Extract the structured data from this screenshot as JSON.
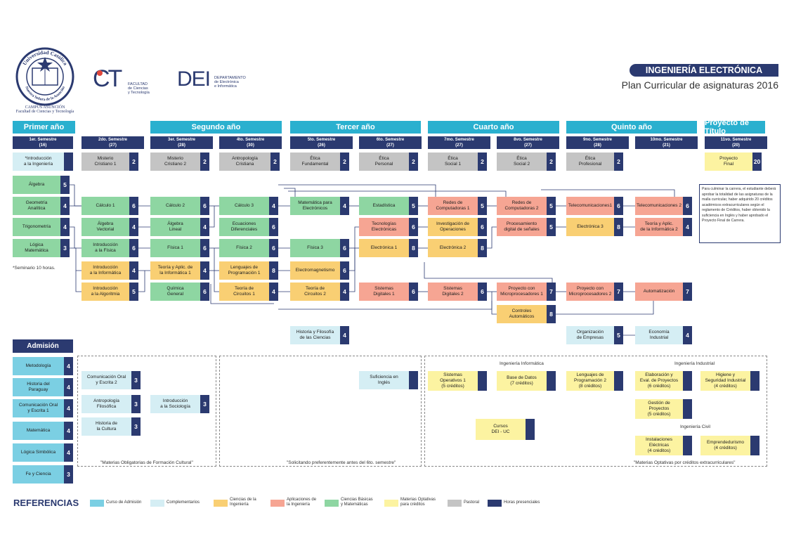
{
  "header": {
    "university_arc_top": "Universidad Católica",
    "university_arc_bottom": "Nuestra Señora de la Asunción",
    "campus": "CAMPUS ASUNCIÓN",
    "faculty": "Facultad de Ciencias y Tecnología",
    "logo_ct_mark": "CT",
    "logo_ct_line1": "FACULTAD",
    "logo_ct_line2": "de Ciencias",
    "logo_ct_line3": "y Tecnología",
    "logo_dei_mark": "DEI",
    "logo_dei_line1": "DEPARTAMENTO",
    "logo_dei_line2": "de Electrónica",
    "logo_dei_line3": "e Informática",
    "career": "INGENIERÍA ELECTRÓNICA",
    "subtitle": "Plan Curricular de asignaturas 2016"
  },
  "years": [
    "Primer año",
    "Segundo año",
    "Tercer año",
    "Cuarto año",
    "Quinto año",
    "Proyecto de Título"
  ],
  "semesters": [
    {
      "name": "1er. Semestre",
      "hrs": "(16)"
    },
    {
      "name": "2do. Semestre",
      "hrs": "(27)"
    },
    {
      "name": "3er. Semestre",
      "hrs": "(28)"
    },
    {
      "name": "4to. Semestre",
      "hrs": "(30)"
    },
    {
      "name": "5to. Semestre",
      "hrs": "(26)"
    },
    {
      "name": "6to. Semestre",
      "hrs": "(27)"
    },
    {
      "name": "7mo. Semestre",
      "hrs": "(27)"
    },
    {
      "name": "8vo. Semestre",
      "hrs": "(27)"
    },
    {
      "name": "9no. Semestre",
      "hrs": "(28)"
    },
    {
      "name": "10mo. Semestre",
      "hrs": "(21)"
    },
    {
      "name": "11vo. Semestre",
      "hrs": "(20)"
    }
  ],
  "courses": [
    {
      "t": "*Introducción\na la Ingeniería",
      "h": "",
      "c": "comp"
    },
    {
      "t": "Misterio\nCristiano 1",
      "h": "2",
      "c": "pas"
    },
    {
      "t": "Misterio\nCristiano 2",
      "h": "2",
      "c": "pas"
    },
    {
      "t": "Antropología\nCristiana",
      "h": "2",
      "c": "pas"
    },
    {
      "t": "Ética\nFundamental",
      "h": "2",
      "c": "pas"
    },
    {
      "t": "Ética\nPersonal",
      "h": "2",
      "c": "pas"
    },
    {
      "t": "Ética\nSocial 1",
      "h": "2",
      "c": "pas"
    },
    {
      "t": "Ética\nSocial 2",
      "h": "2",
      "c": "pas"
    },
    {
      "t": "Ética\nProfesional",
      "h": "2",
      "c": "pas"
    },
    {
      "t": "Proyecto\nFinal",
      "h": "20",
      "c": "opt"
    },
    {
      "t": "Álgebra",
      "h": "5",
      "c": "cb"
    },
    {
      "t": "Geometría\nAnalítica",
      "h": "4",
      "c": "cb"
    },
    {
      "t": "Trigonometría",
      "h": "4",
      "c": "cb"
    },
    {
      "t": "Lógica\nMatemática",
      "h": "3",
      "c": "cb"
    },
    {
      "t": "Cálculo 1",
      "h": "6",
      "c": "cb"
    },
    {
      "t": "Álgebra\nVectorial",
      "h": "4",
      "c": "cb"
    },
    {
      "t": "Introducción\na la Física",
      "h": "6",
      "c": "cb"
    },
    {
      "t": "Introducción\na la Informática",
      "h": "4",
      "c": "ing"
    },
    {
      "t": "Introducción\na la Algoritmia",
      "h": "5",
      "c": "ing"
    },
    {
      "t": "Cálculo 2",
      "h": "6",
      "c": "cb"
    },
    {
      "t": "Álgebra\nLineal",
      "h": "4",
      "c": "cb"
    },
    {
      "t": "Física 1",
      "h": "6",
      "c": "cb"
    },
    {
      "t": "Teoría y Aplic. de\nla Informática 1",
      "h": "4",
      "c": "ing"
    },
    {
      "t": "Química\nGeneral",
      "h": "6",
      "c": "cb"
    },
    {
      "t": "Cálculo 3",
      "h": "4",
      "c": "cb"
    },
    {
      "t": "Ecuaciones\nDiferenciales",
      "h": "6",
      "c": "cb"
    },
    {
      "t": "Física 2",
      "h": "6",
      "c": "cb"
    },
    {
      "t": "Lenguajes de\nProgramación 1",
      "h": "8",
      "c": "ing"
    },
    {
      "t": "Teoría de\nCircuitos 1",
      "h": "4",
      "c": "ing"
    },
    {
      "t": "Matemática para\nElectrónicos",
      "h": "4",
      "c": "cb"
    },
    {
      "t": "Física 3",
      "h": "6",
      "c": "cb"
    },
    {
      "t": "Electromagnetismo",
      "h": "6",
      "c": "ing"
    },
    {
      "t": "Teoría de\nCircuitos 2",
      "h": "4",
      "c": "ing"
    },
    {
      "t": "Historia y Filosofía\nde las Ciencias",
      "h": "4",
      "c": "comp"
    },
    {
      "t": "Estadística",
      "h": "5",
      "c": "cb"
    },
    {
      "t": "Tecnologías\nElectrónicas",
      "h": "6",
      "c": "apl"
    },
    {
      "t": "Electrónica 1",
      "h": "8",
      "c": "ing"
    },
    {
      "t": "Sistemas\nDigitales 1",
      "h": "6",
      "c": "apl"
    },
    {
      "t": "Redes de\nComputadoras 1",
      "h": "5",
      "c": "apl"
    },
    {
      "t": "Investigación de\nOperaciones",
      "h": "6",
      "c": "ing"
    },
    {
      "t": "Electrónica 2",
      "h": "8",
      "c": "ing"
    },
    {
      "t": "Sistemas\nDigitales 2",
      "h": "6",
      "c": "apl"
    },
    {
      "t": "Redes de\nComputadoras 2",
      "h": "5",
      "c": "apl"
    },
    {
      "t": "Procesamiento\ndigital de señales",
      "h": "5",
      "c": "apl"
    },
    {
      "t": "Proyecto con\nMicroprocesadores 1",
      "h": "7",
      "c": "apl"
    },
    {
      "t": "Controles\nAutomáticos",
      "h": "8",
      "c": "ing"
    },
    {
      "t": "Telecomunicaciones1",
      "h": "6",
      "c": "apl"
    },
    {
      "t": "Electrónica 3",
      "h": "8",
      "c": "ing"
    },
    {
      "t": "Proyecto con\nMicroprocesadores 2",
      "h": "7",
      "c": "apl"
    },
    {
      "t": "Organización\nde Empresas",
      "h": "5",
      "c": "comp"
    },
    {
      "t": "Telecomunicaciones 2",
      "h": "6",
      "c": "apl"
    },
    {
      "t": "Teoría y Aplic.\nde la Informática 2",
      "h": "4",
      "c": "apl"
    },
    {
      "t": "Automatización",
      "h": "7",
      "c": "apl"
    },
    {
      "t": "Economía\nIndustrial",
      "h": "4",
      "c": "comp"
    },
    {
      "t": "Metodología",
      "h": "4",
      "c": "adm"
    },
    {
      "t": "Historia del\nParaguay",
      "h": "4",
      "c": "adm"
    },
    {
      "t": "Comunicación Oral\ny Escrita 1",
      "h": "4",
      "c": "adm"
    },
    {
      "t": "Matemática",
      "h": "4",
      "c": "adm"
    },
    {
      "t": "Lógica Simbólica",
      "h": "4",
      "c": "adm"
    },
    {
      "t": "Fe y Ciencia",
      "h": "3",
      "c": "adm"
    },
    {
      "t": "Comunicación Oral\ny Escrita 2",
      "h": "3",
      "c": "comp"
    },
    {
      "t": "Antropología\nFilosófica",
      "h": "3",
      "c": "comp"
    },
    {
      "t": "Historia de\nla Cultura",
      "h": "3",
      "c": "comp"
    },
    {
      "t": "Introducción\na la Sociología",
      "h": "3",
      "c": "comp"
    },
    {
      "t": "Suficiencia en\nInglés",
      "h": "",
      "c": "comp"
    },
    {
      "t": "Sistemas\nOperativos 1\n(5 créditos)",
      "h": "",
      "c": "opt"
    },
    {
      "t": "Base de Datos\n(7 créditos)",
      "h": "",
      "c": "opt"
    },
    {
      "t": "Lenguajes de\nProgramación 2\n(8 créditos)",
      "h": "",
      "c": "opt"
    },
    {
      "t": "Elaboración y\nEval. de Proyectos\n(6 créditos)",
      "h": "",
      "c": "opt"
    },
    {
      "t": "Higiene y\nSeguridad Industrial\n(4 créditos)",
      "h": "",
      "c": "opt"
    },
    {
      "t": "Gestión de\nProyectos\n(5 créditos)",
      "h": "",
      "c": "opt"
    },
    {
      "t": "Cursos\nDEI - UC",
      "h": "",
      "c": "opt"
    },
    {
      "t": "Instalaciones\nEléctricas\n(4 créditos)",
      "h": "",
      "c": "opt"
    },
    {
      "t": "Emprendedurismo\n(4 créditos)",
      "h": "",
      "c": "opt"
    }
  ],
  "admission_title": "Admisión",
  "notes": {
    "seminar": "*Seminario 10 horas.",
    "cultural": "\"Materias Obligatorias de Formación Cultural\"",
    "english": "\"Solicitando preferentemente antes del 6to. semestre\"",
    "optional": "\"Materias Optativas por créditos extracurriculares\"",
    "inf": "Ingeniería Informática",
    "ind": "Ingeniería Industrial",
    "civ": "Ingeniería Civil",
    "graduation": "Para culminar la carrera, el estudiante deberá aprobar la totalidad de las asignaturas de la malla curricular, haber adquirido 20 créditos académicos extracurriculares según el reglamento de Créditos, haber obtenido la suficiencia en Inglés y haber aprobado el Proyecto Final de Carrera."
  },
  "legend": {
    "title": "REFERENCIAS",
    "items": [
      {
        "label": "Curso de Admisión",
        "color": "#7bcfe3"
      },
      {
        "label": "Complementarios",
        "color": "#d5eef4"
      },
      {
        "label": "Ciencias de la\nIngeniería",
        "color": "#f9cf73"
      },
      {
        "label": "Aplicaciones de\nla Ingeniería",
        "color": "#f6a593"
      },
      {
        "label": "Ciencias Básicas\ny Matemáticas",
        "color": "#8ed6a2"
      },
      {
        "label": "Materias Optativas\npara créditos",
        "color": "#fcf3a1"
      },
      {
        "label": "Pastoral",
        "color": "#c4c4c4"
      },
      {
        "label": "Horas presenciales",
        "color": "#2b3a70"
      }
    ]
  },
  "colors": {
    "navy": "#2b3a70",
    "cyan": "#2ab0cf"
  }
}
